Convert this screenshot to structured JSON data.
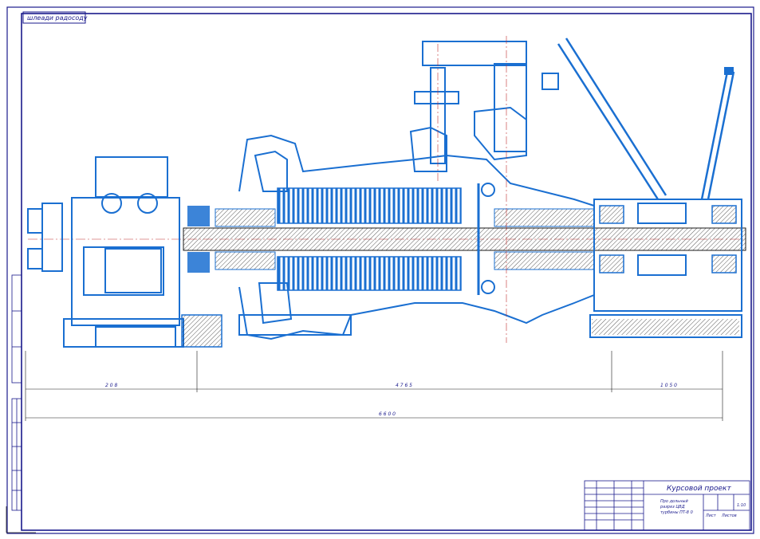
{
  "stamp_top": "шлеади радосоду",
  "dimensions": {
    "left_section": "2 0 8",
    "middle_section": "4 7 6 5",
    "right_section": "1 0 5 0",
    "overall": "6 6 0 0"
  },
  "title_block": {
    "title": "Курсовой проект",
    "description_line1": "Про дольный",
    "description_line2": "разрез ЦВД",
    "description_line3": "турбины ПТ-8 0",
    "scale": "1:10",
    "sheet": "Лист",
    "sheets": "Листов"
  },
  "colors": {
    "outline": "#1a1a8c",
    "part": "#1a6fd1",
    "axis": "#c03030",
    "hatch": "#2a2a2a"
  }
}
